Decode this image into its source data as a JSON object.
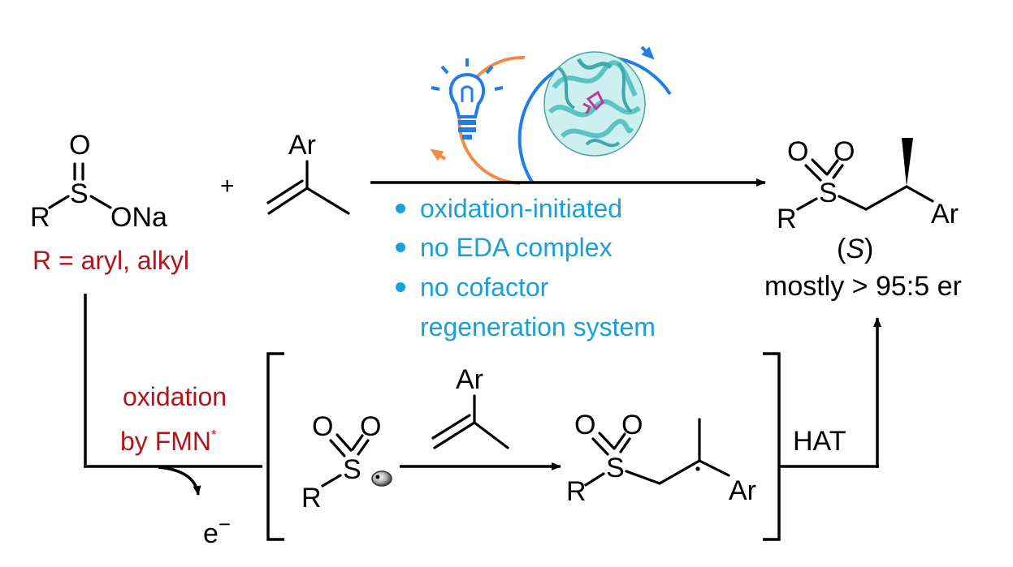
{
  "diagram": {
    "atoms": {
      "O": "O",
      "S": "S",
      "R": "R",
      "ONa": "ONa",
      "Ar": "Ar"
    },
    "plus": "+",
    "r_definition": "R = aryl, alkyl",
    "conditions": [
      "oxidation-initiated",
      "no EDA complex",
      "no cofactor",
      "regeneration system"
    ],
    "product_config": "(S)",
    "product_config_letter": "S",
    "selectivity": "mostly > 95:5 er",
    "oxidation_label_line1": "oxidation",
    "oxidation_label_line2": "by FMN",
    "oxidation_sup": "*",
    "electron": "e",
    "electron_charge": "−",
    "hat_label": "HAT",
    "icons": [
      "light-bulb-icon",
      "enzyme-structure-icon"
    ],
    "colors": {
      "orange_cycle": "#f28c44",
      "blue_cycle": "#1f7ee8",
      "condition_text": "#1aa0d8",
      "red_text": "#b3131b",
      "enzyme": "#7fd8d8"
    }
  }
}
